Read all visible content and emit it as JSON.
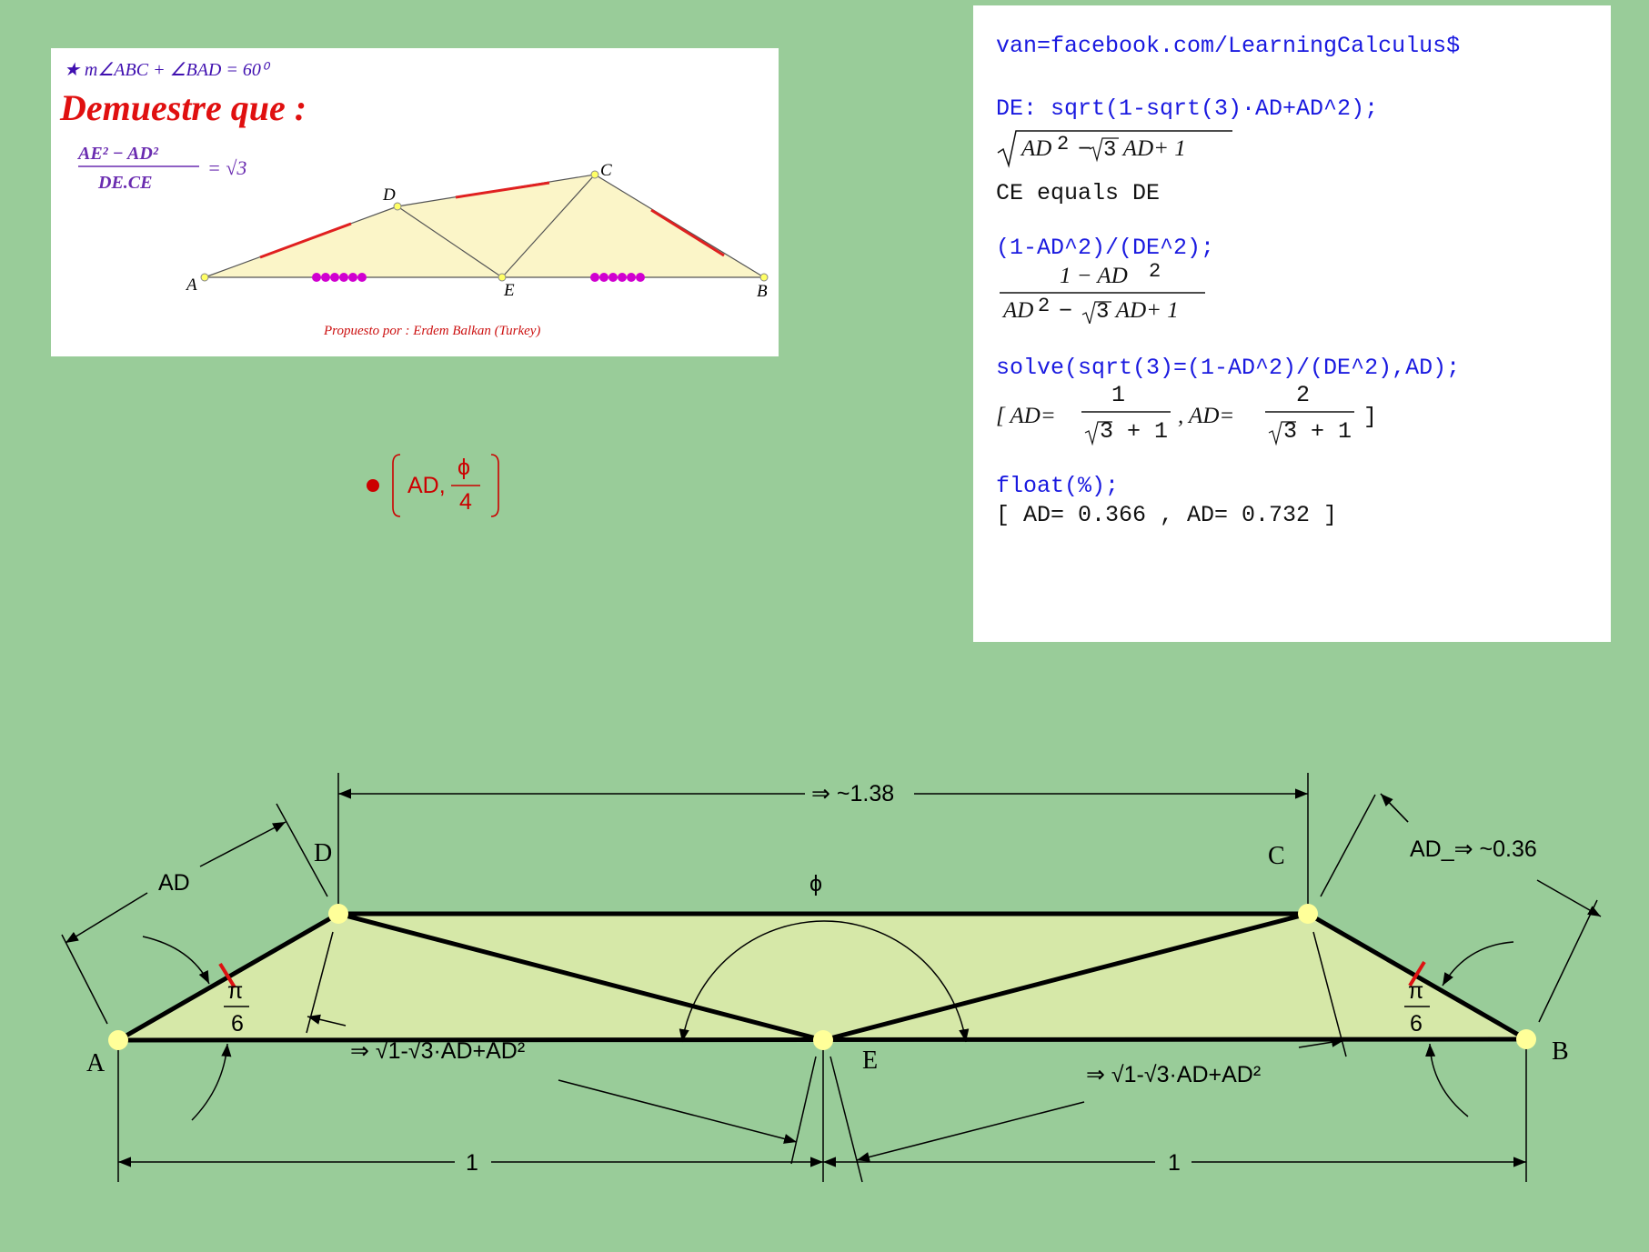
{
  "problem": {
    "condition": "★ m∠ABC + ∠BAD = 60⁰",
    "heading": "Demuestre que :",
    "formula_numerator": "AE² − AD²",
    "formula_denominator": "DE.CE",
    "formula_rhs": "= √3",
    "points": {
      "A": "A",
      "B": "B",
      "C": "C",
      "D": "D",
      "E": "E"
    },
    "credit": "Propuesto por : Erdem Balkan (Turkey)",
    "colors": {
      "triangle_fill": "#fbf5c8",
      "tick": "#e02020",
      "dots": "#d000d0",
      "heading": "#e01010",
      "formula": "#6a2cb0"
    }
  },
  "cas": {
    "line1": "van=facebook.com/LearningCalculus$",
    "in_de": "DE: sqrt(1-sqrt(3)·AD+AD^2);",
    "out_de_a": "AD",
    "out_de_b": "2",
    "out_de_c": " − ",
    "out_de_d": "3",
    "out_de_e": " AD+ 1",
    "ce_equals": "CE equals DE",
    "in_ratio": "(1-AD^2)/(DE^2);",
    "out_ratio_num": "1 − AD",
    "out_ratio_num_exp": "2",
    "out_ratio_den_a": "AD",
    "out_ratio_den_b": "2",
    "out_ratio_den_c": " − ",
    "out_ratio_den_d": "3",
    "out_ratio_den_e": " AD+ 1",
    "in_solve": "solve(sqrt(3)=(1-AD^2)/(DE^2),AD);",
    "out_solve_open": "[ AD=",
    "out_solve_n1": "1",
    "out_solve_mid": ", AD=",
    "out_solve_n2": "2",
    "out_solve_den": "3 + 1",
    "out_solve_close": "]",
    "in_float": "float(%);",
    "out_float": "[ AD= 0.366 , AD= 0.732 ]",
    "colors": {
      "input": "#1a1ae0",
      "output": "#111111"
    }
  },
  "point_label": {
    "prefix": "AD,",
    "numerator": "ϕ",
    "denominator": "4",
    "color": "#cc0000"
  },
  "figure": {
    "vertices": {
      "A": "A",
      "B": "B",
      "C": "C",
      "D": "D",
      "E": "E"
    },
    "dim_top": "⇒ ~1.38",
    "dim_ad": "AD",
    "dim_ad_right": "AD_⇒ ~0.36",
    "angle_phi": "ϕ",
    "angle_left_num": "π",
    "angle_left_den": "6",
    "angle_right_num": "π",
    "angle_right_den": "6",
    "de_expr_left": "⇒ √1-√3·AD+AD²",
    "de_expr_right": "⇒ √1-√3·AD+AD²",
    "dim_left": "1",
    "dim_right": "1",
    "colors": {
      "fill": "#d6e8a8",
      "point": "#ffff99",
      "tick": "#dd1111",
      "stroke": "#000000"
    }
  }
}
